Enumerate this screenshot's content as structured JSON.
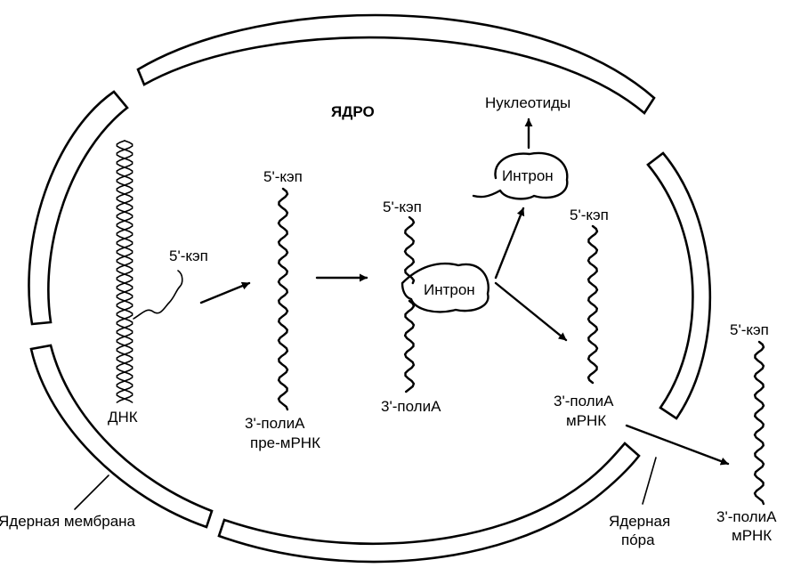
{
  "labels": {
    "nucleus": "ЯДРО",
    "nucleotides": "Нуклеотиды",
    "intron": "Интрон",
    "cap": "5'-кэп",
    "polya": "3'-полиА",
    "dna": "ДНК",
    "pre_mrna": "пре-мРНК",
    "mrna": "мРНК",
    "membrane": "Ядерная мембрана",
    "pore_line1": "Ядерная",
    "pore_line2": "пóра"
  },
  "colors": {
    "ink": "#000000",
    "background": "#ffffff"
  }
}
